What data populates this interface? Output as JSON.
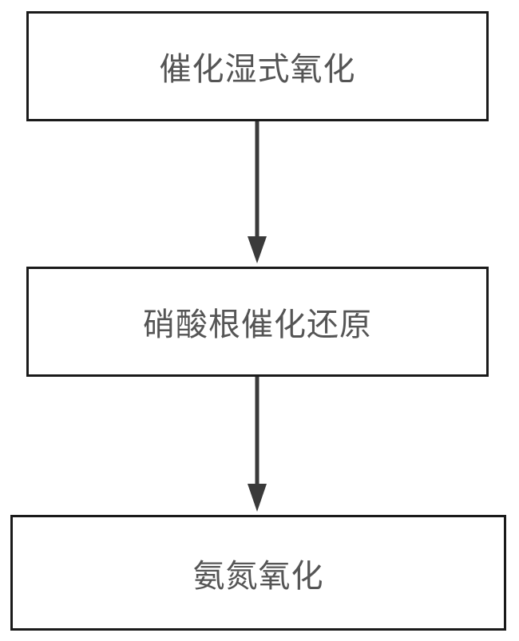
{
  "flowchart": {
    "steps": [
      {
        "label": "催化湿式氧化"
      },
      {
        "label": "硝酸根催化还原"
      },
      {
        "label": "氨氮氧化"
      }
    ]
  },
  "colors": {
    "border": "#1a1a1a",
    "text": "#555555",
    "arrow": "#3a3a3a",
    "background": "#ffffff"
  }
}
